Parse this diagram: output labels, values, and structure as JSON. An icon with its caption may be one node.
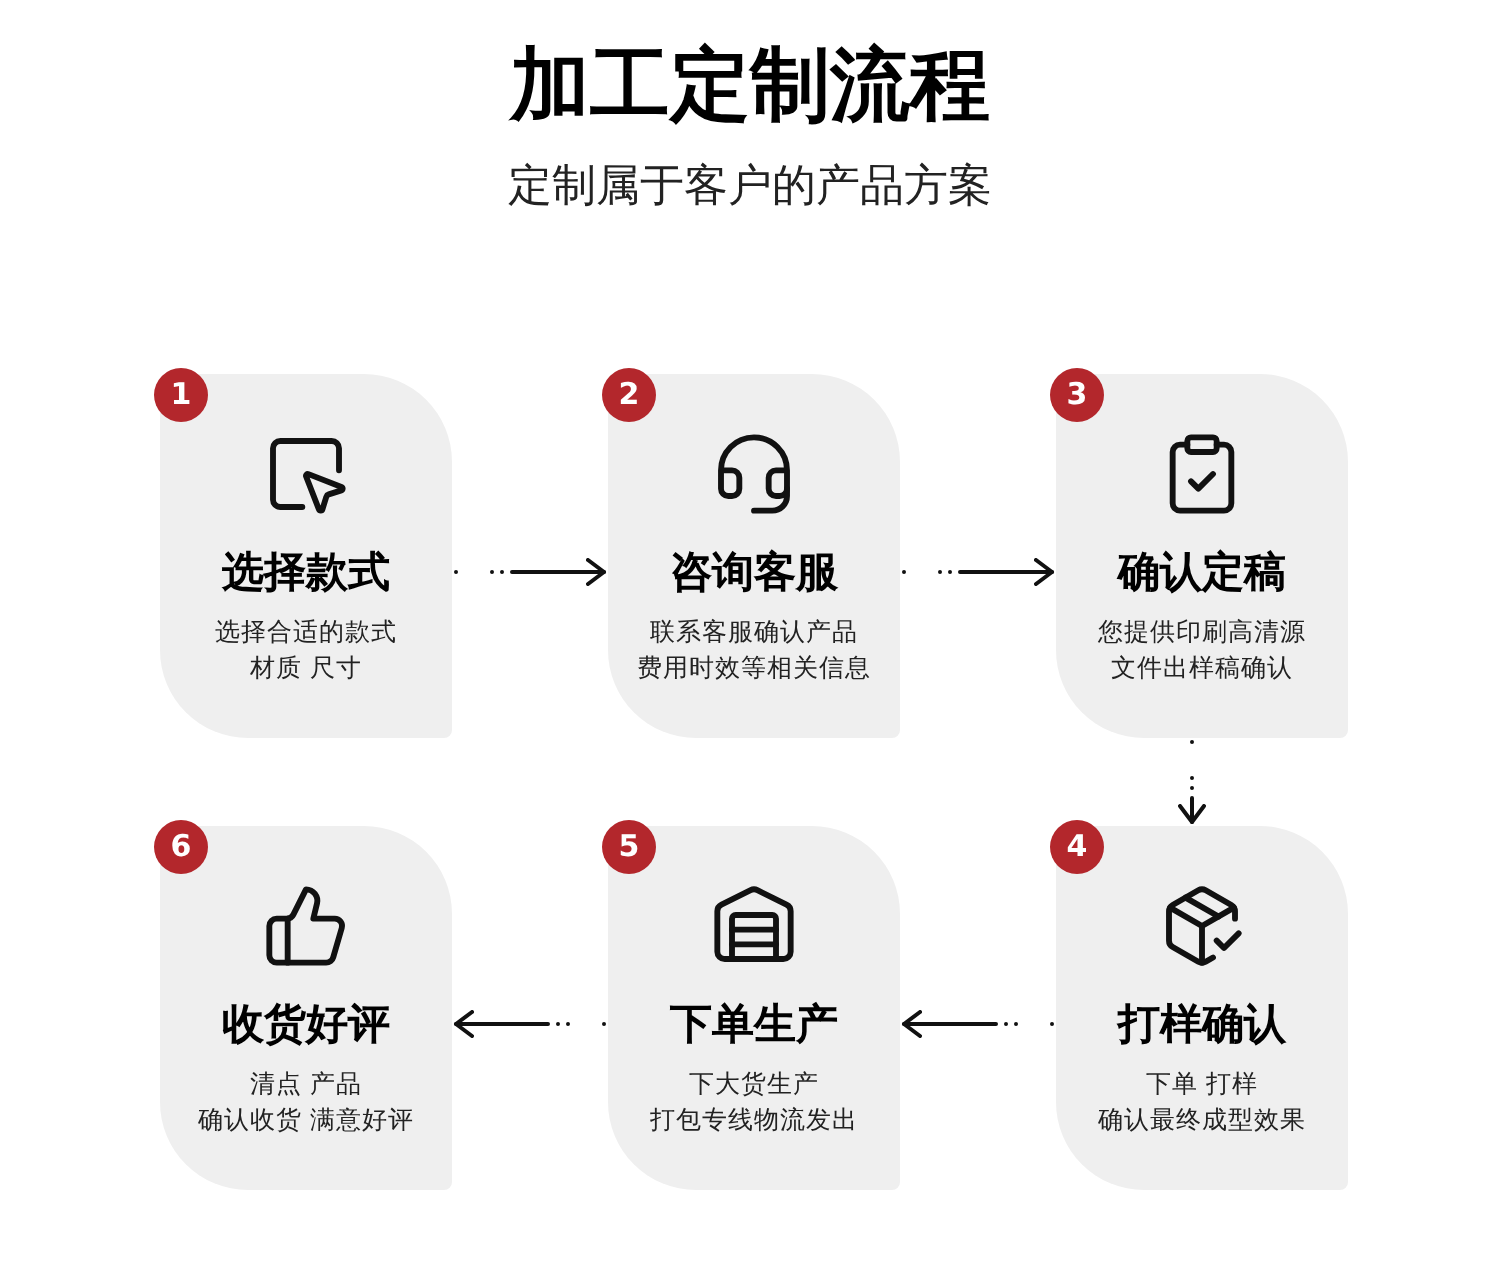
{
  "diagram": {
    "title": "加工定制流程",
    "caption": "定制属于客户的产品方案",
    "nodes": [
      {
        "text": [
          "1",
          "选择款式",
          "选择合适的款式",
          "材质 尺寸"
        ]
      },
      {
        "text": [
          "2",
          "咨询客服",
          "联系客服确认产品",
          "费用时效等相关信息"
        ]
      },
      {
        "text": [
          "3",
          "确认定稿",
          "您提供印刷高清源",
          "文件出样稿确认"
        ]
      },
      {
        "text": [
          "4",
          "打样确认",
          "下单 打样",
          "确认最终成型效果"
        ]
      },
      {
        "text": [
          "5",
          "下单生产",
          "下大货生产",
          "打包专线物流发出"
        ]
      },
      {
        "text": [
          "6",
          "收货好评",
          "清点 产品",
          "确认收货 满意好评"
        ]
      }
    ],
    "edges": [
      {
        "from": 0,
        "to": 1,
        "arrow": "to",
        "style": "dashed"
      },
      {
        "from": 1,
        "to": 2,
        "arrow": "to",
        "style": "dashed"
      },
      {
        "from": 2,
        "to": 3,
        "arrow": "to",
        "style": "dashed"
      },
      {
        "from": 3,
        "to": 4,
        "arrow": "to",
        "style": "dashed"
      },
      {
        "from": 4,
        "to": 5,
        "arrow": "to",
        "style": "dashed"
      }
    ]
  }
}
